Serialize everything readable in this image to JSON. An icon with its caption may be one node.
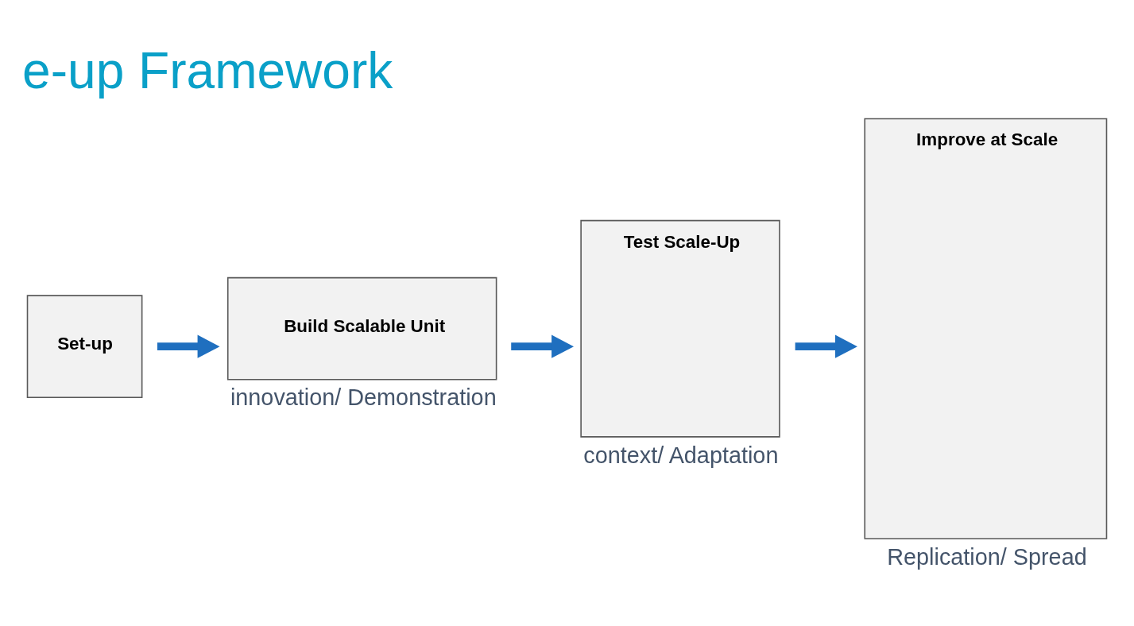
{
  "diagram": {
    "title": "e-up Framework",
    "nodes": [
      {
        "text": [
          "Set-up"
        ]
      },
      {
        "text": [
          "Build Scalable Unit"
        ],
        "beside": [
          "innovation/ Demonstration"
        ]
      },
      {
        "text": [
          "Test Scale-Up"
        ],
        "beside": [
          "context/ Adaptation"
        ]
      },
      {
        "text": [
          "Improve at Scale"
        ],
        "beside": [
          "Replication/ Spread"
        ]
      }
    ],
    "edges": [
      {
        "from": 0,
        "to": 1,
        "arrow": "to"
      },
      {
        "from": 1,
        "to": 2,
        "arrow": "to"
      },
      {
        "from": 2,
        "to": 3,
        "arrow": "to"
      }
    ]
  }
}
